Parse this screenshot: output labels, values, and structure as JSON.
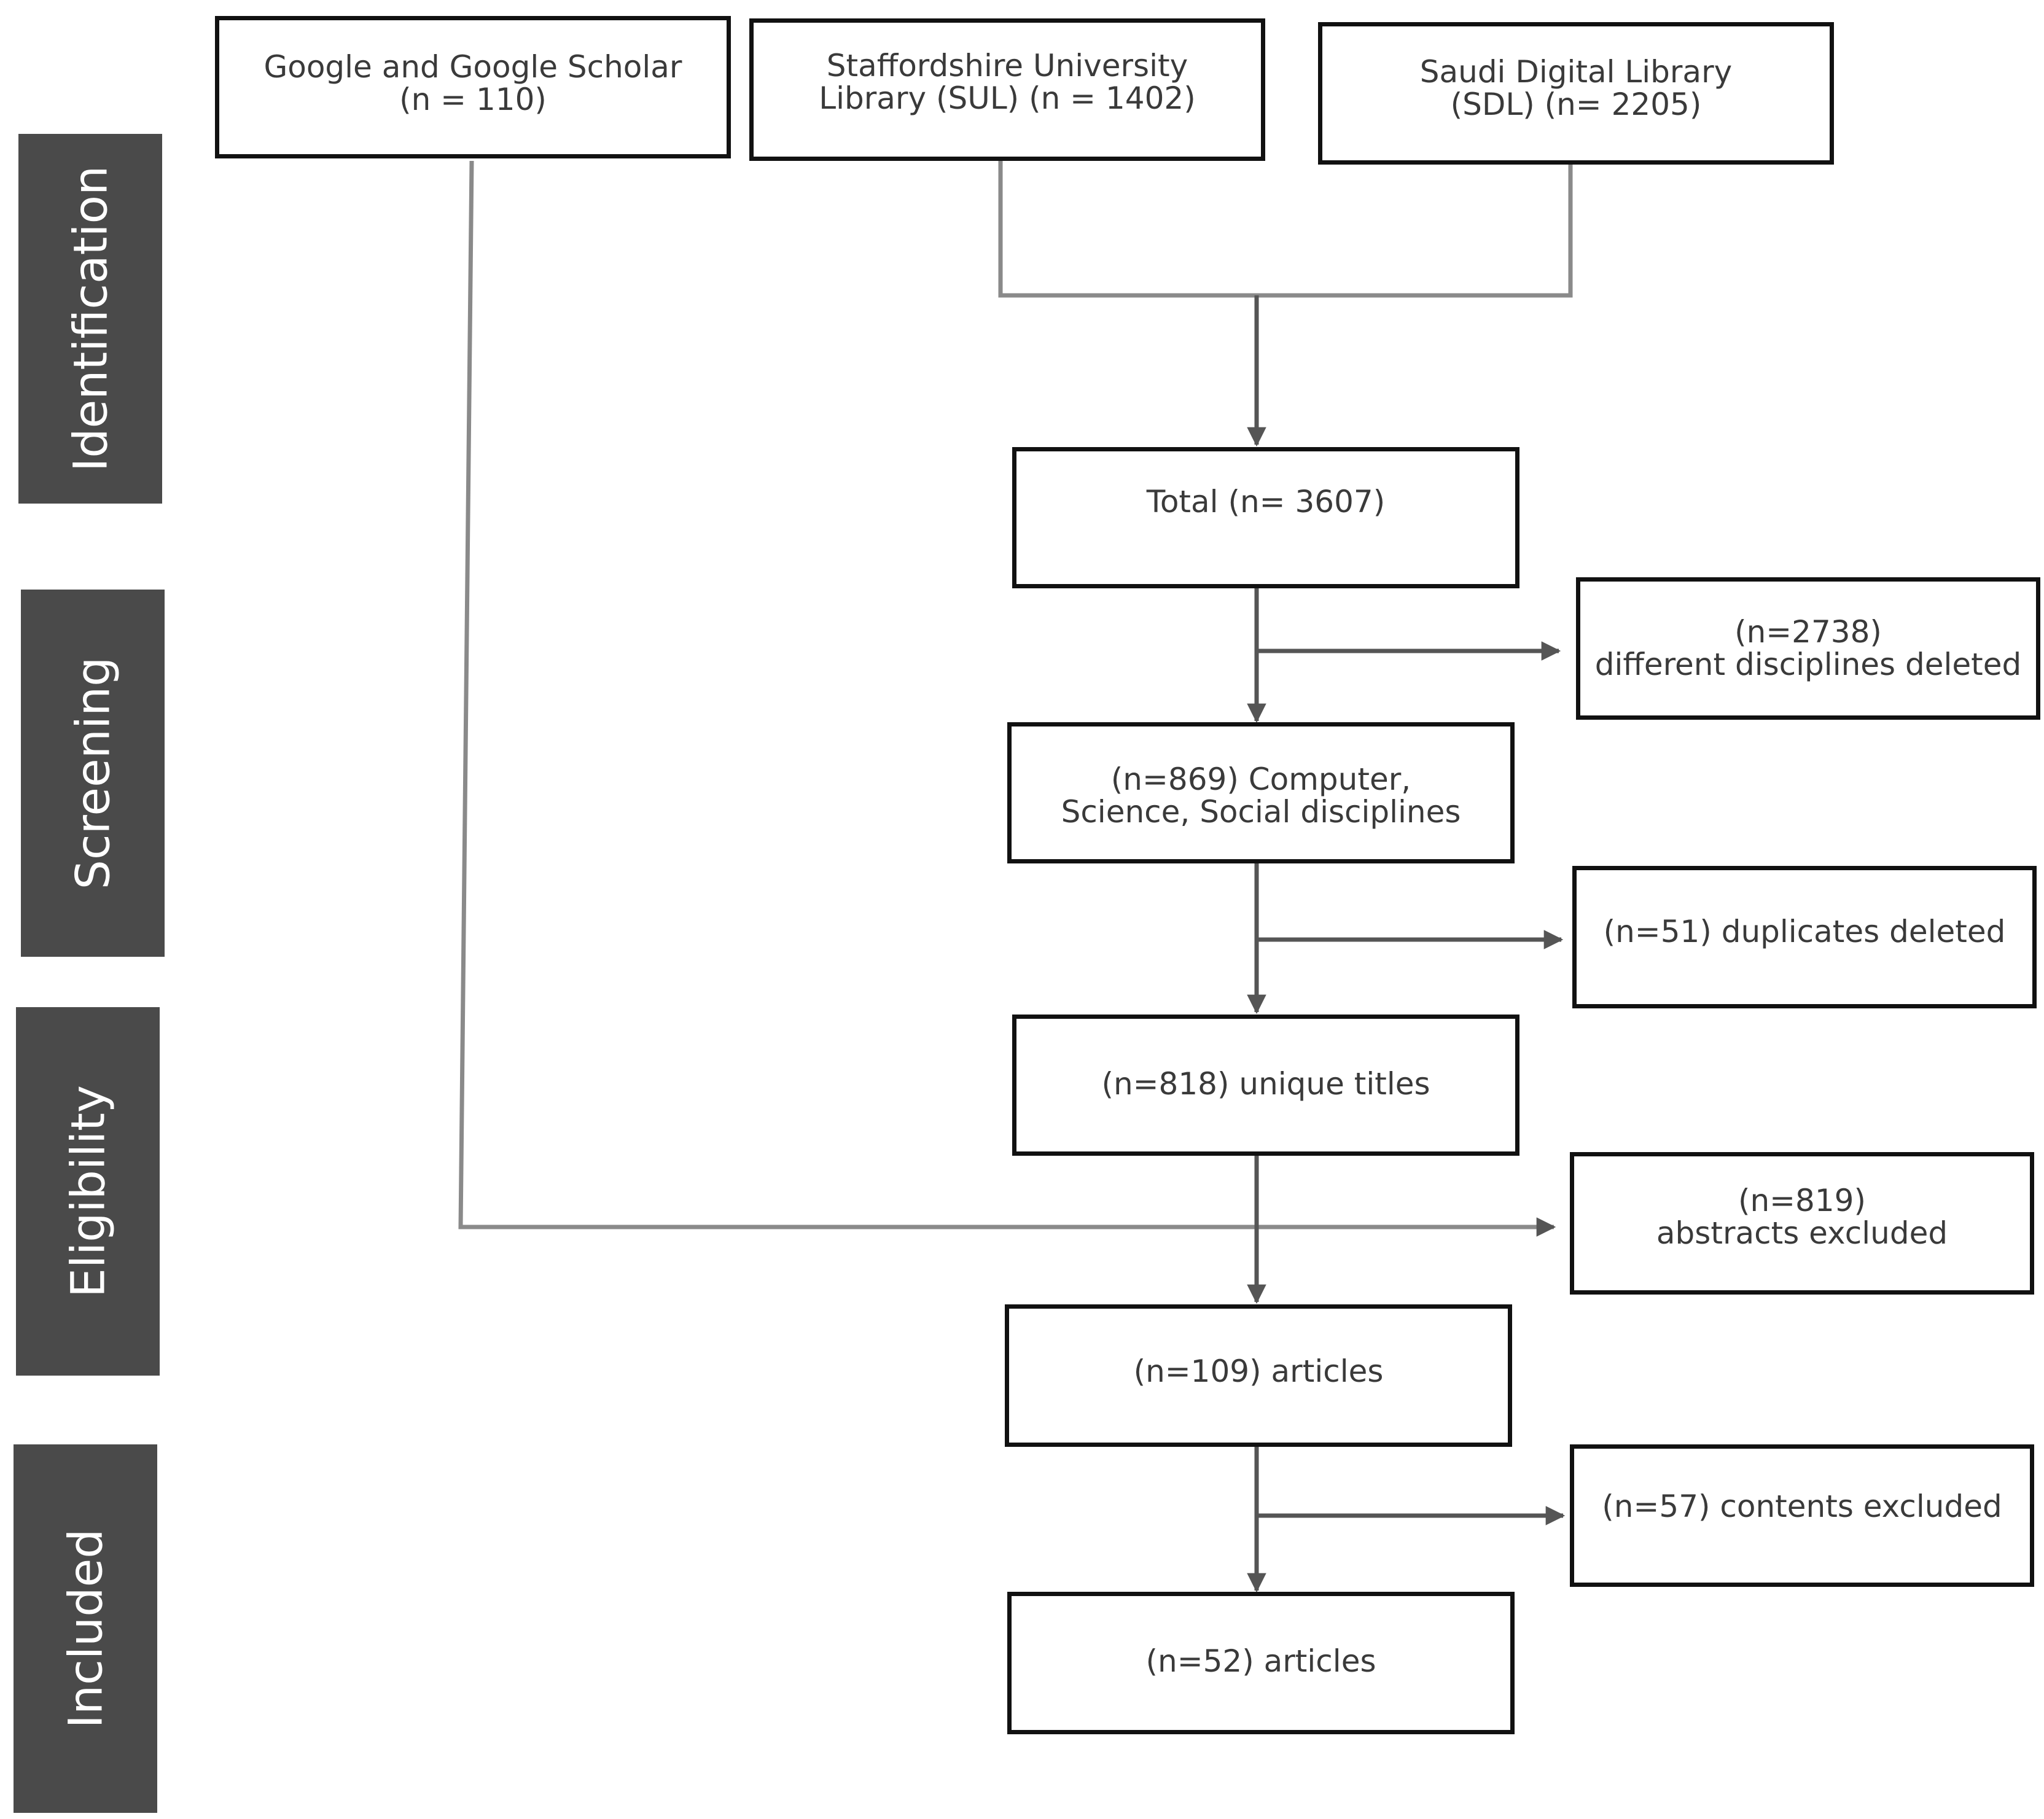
{
  "stages": {
    "identification": "Identification",
    "screening": "Screening",
    "eligibility": "Eligibility",
    "included": "Included"
  },
  "sources": {
    "google": "Google and Google Scholar\n(n = 110)",
    "sul": "Staffordshire University\nLibrary (SUL) (n = 1402)",
    "sdl": "Saudi Digital Library\n(SDL) (n= 2205)"
  },
  "flow": {
    "total": "Total (n= 3607)",
    "disciplines": "(n=869) Computer,\nScience, Social disciplines",
    "unique": "(n=818) unique titles",
    "articles_109": "(n=109) articles",
    "articles_52": "(n=52) articles"
  },
  "excluded": {
    "different": "(n=2738)\ndifferent disciplines deleted",
    "duplicates": "(n=51) duplicates deleted",
    "abstracts": "(n=819)\nabstracts  excluded",
    "contents": "(n=57) contents  excluded"
  },
  "colors": {
    "stage_bg": "#4a4a4a",
    "connector_gray": "#8a8a8a",
    "arrow_dark": "#555555",
    "box_border": "#111111"
  }
}
